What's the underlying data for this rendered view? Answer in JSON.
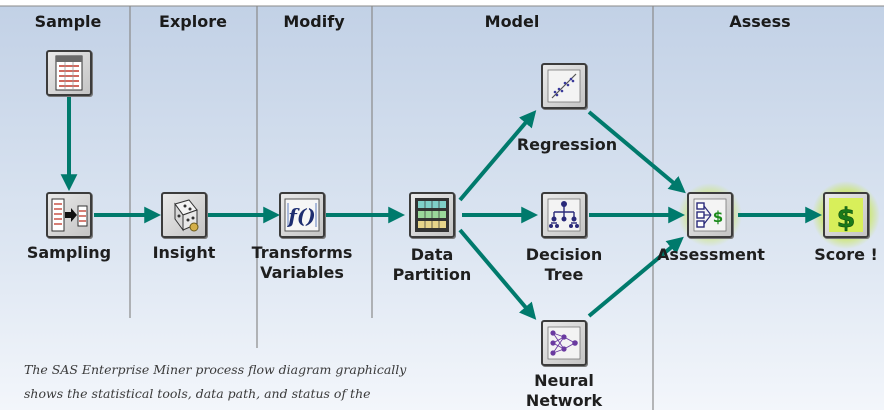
{
  "phases": {
    "sample": "Sample",
    "explore": "Explore",
    "modify": "Modify",
    "model": "Model",
    "assess": "Assess"
  },
  "nodes": {
    "sampling": "Sampling",
    "insight": "Insight",
    "transforms": "Transforms\nVariables",
    "data_partition": "Data\nPartition",
    "regression": "Regression",
    "decision_tree": "Decision\nTree",
    "neural_network": "Neural\nNetwork",
    "assessment": "Assessment",
    "score": "Score !"
  },
  "caption": {
    "line1": "The SAS Enterprise Miner process flow diagram graphically",
    "line2": "shows the statistical tools, data path, and status of the"
  },
  "colors": {
    "panel_top": "#c2d1e6",
    "panel_bottom": "#eef3f9",
    "arrow": "#007a6c",
    "divider": "#8a8a8a",
    "score_glow": "#c7e83a",
    "dollar": "#1a8a1a"
  },
  "icons": {
    "source": "data-table-icon",
    "sampling": "sampling-icon",
    "insight": "dice-icon",
    "transforms": "function-icon",
    "data_partition": "partition-icon",
    "regression": "scatter-icon",
    "decision_tree": "tree-icon",
    "neural_network": "network-icon",
    "assessment": "assessment-icon",
    "score": "dollar-icon"
  }
}
